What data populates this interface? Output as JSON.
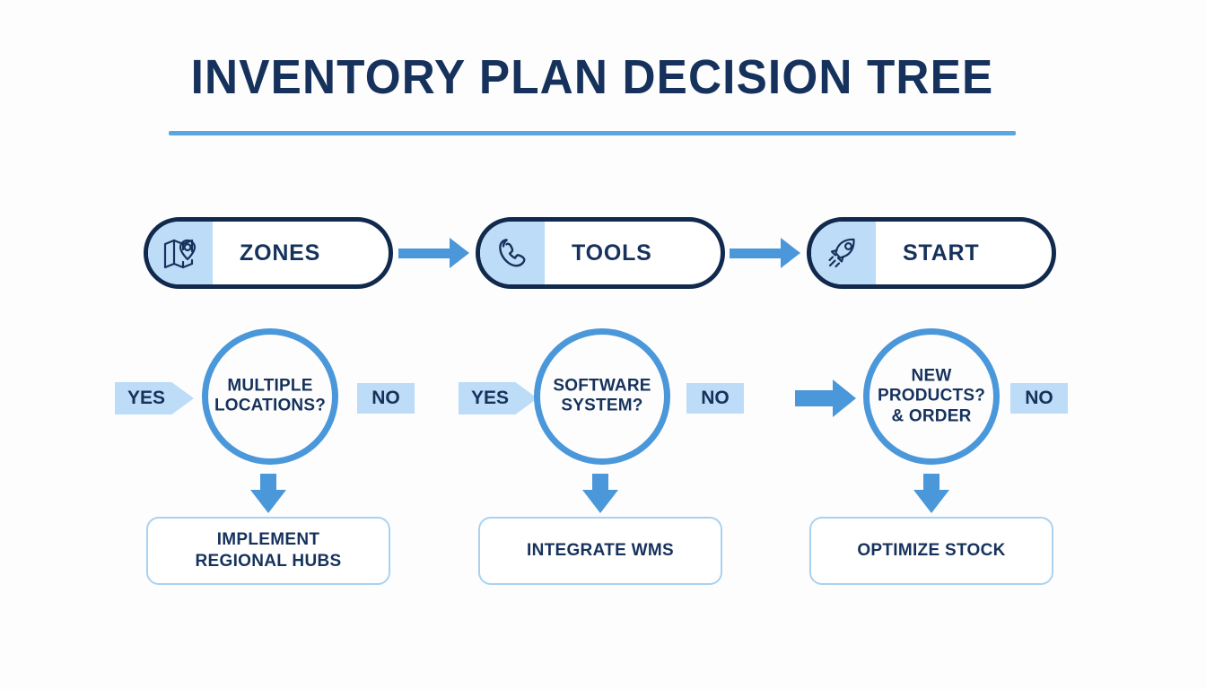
{
  "header": {
    "title": "INVENTORY PLAN DECISION TREE"
  },
  "colors": {
    "navy": "#16325c",
    "pill_border": "#11294d",
    "accent_blue": "#4a97da",
    "light_blue": "#bcdcf7",
    "box_border": "#a9d2f0",
    "background": "#fdfdfe"
  },
  "stages": [
    {
      "icon": "map-pin-icon",
      "label": "ZONES"
    },
    {
      "icon": "phone-icon",
      "label": "TOOLS"
    },
    {
      "icon": "rocket-icon",
      "label": "START"
    }
  ],
  "branches": [
    {
      "yes_label": "YES",
      "question": "MULTIPLE\nLOCATIONS?",
      "no_label": "NO",
      "outcome": "IMPLEMENT\nREGIONAL HUBS"
    },
    {
      "yes_label": "YES",
      "question": "SOFTWARE\nSYSTEM?",
      "no_label": "NO",
      "outcome": "INTEGRATE WMS"
    },
    {
      "yes_label": "",
      "question": "NEW\nPRODUCTS?\n& ORDER",
      "no_label": "NO",
      "outcome": "OPTIMIZE STOCK"
    }
  ]
}
